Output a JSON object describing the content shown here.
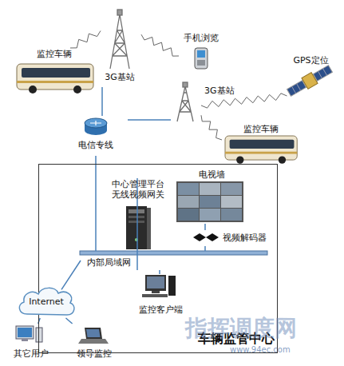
{
  "diagram": {
    "nodes": [
      {
        "text": [
          "监控车辆"
        ]
      },
      {
        "text": [
          "3G基站"
        ]
      },
      {
        "text": [
          "手机浏览"
        ]
      },
      {
        "text": [
          "3G基站"
        ]
      },
      {
        "text": [
          "GPS定位"
        ]
      },
      {
        "text": [
          "监控车辆"
        ]
      },
      {
        "text": [
          "电信专线"
        ]
      },
      {
        "text": [
          "车辆监管中心"
        ]
      },
      {
        "text": [
          "中心管理平台 无线视频网关"
        ],
        "in": 7
      },
      {
        "text": [
          "电视墙"
        ],
        "in": 7
      },
      {
        "text": [
          "视频解码器"
        ],
        "in": 7
      },
      {
        "text": [
          "内部局域网"
        ],
        "in": 7
      },
      {
        "text": [
          "监控客户端"
        ],
        "in": 7
      },
      {
        "text": [
          "Internet"
        ]
      },
      {
        "text": [
          "其它用户"
        ]
      },
      {
        "text": [
          "领导监控"
        ]
      }
    ],
    "edges": [
      {
        "from": 0,
        "to": 1,
        "arrow": "none"
      },
      {
        "from": 1,
        "to": 2,
        "arrow": "none"
      },
      {
        "from": 3,
        "to": 5,
        "arrow": "none"
      },
      {
        "from": 3,
        "to": 4,
        "arrow": "none"
      },
      {
        "from": 1,
        "to": 6,
        "arrow": "none"
      },
      {
        "from": 3,
        "to": 6,
        "arrow": "none"
      },
      {
        "from": 6,
        "to": 11,
        "arrow": "none"
      },
      {
        "from": 8,
        "to": 11,
        "arrow": "none"
      },
      {
        "from": 10,
        "to": 9,
        "arrow": "none"
      },
      {
        "from": 10,
        "to": 11,
        "arrow": "none"
      },
      {
        "from": 12,
        "to": 11,
        "arrow": "none"
      },
      {
        "from": 11,
        "to": 13,
        "arrow": "none"
      },
      {
        "from": 13,
        "to": 14,
        "arrow": "none"
      },
      {
        "from": 13,
        "to": 15,
        "arrow": "none"
      }
    ],
    "labels": [
      "指挥调度网",
      "www.94ec.com"
    ]
  }
}
